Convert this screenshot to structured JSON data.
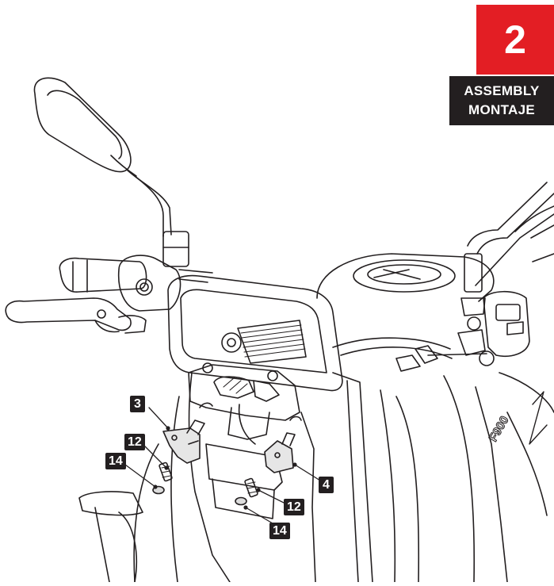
{
  "step": {
    "number": "2"
  },
  "section": {
    "line1": "ASSEMBLY",
    "line2": "MONTAJE"
  },
  "brand_mark": "F900",
  "callouts": [
    "3",
    "12",
    "14",
    "4",
    "12",
    "14"
  ],
  "colors": {
    "accent": "#e31e24",
    "label_bg": "#231f20",
    "line": "#231f20"
  }
}
